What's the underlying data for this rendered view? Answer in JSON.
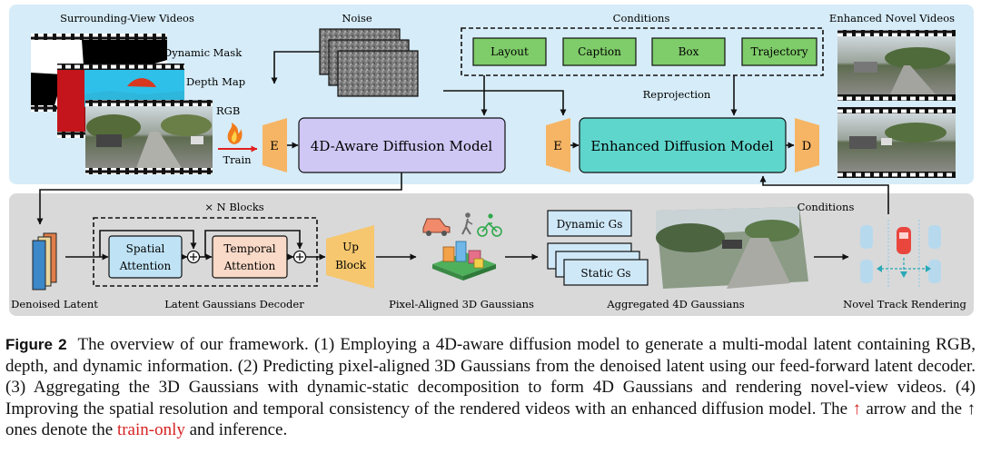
{
  "top_panel": {
    "surround_title": "Surrounding-View Videos",
    "dynamic_mask": "Dynamic Mask",
    "depth_map": "Depth Map",
    "rgb": "RGB",
    "train": "Train",
    "noise": "Noise",
    "conditions_title": "Conditions",
    "conditions": [
      "Layout",
      "Caption",
      "Box",
      "Trajectory"
    ],
    "enhanced_title": "Enhanced Novel Videos",
    "reprojection": "Reprojection",
    "encoder_label": "E",
    "decoder_label": "D",
    "diffusion_4d": "4D-Aware Diffusion Model",
    "enhanced_diffusion": "Enhanced Diffusion Model"
  },
  "bottom_panel": {
    "blocks_label": "× N Blocks",
    "spatial_attention": [
      "Spatial",
      "Attention"
    ],
    "temporal_attention": [
      "Temporal",
      "Attention"
    ],
    "up_block": [
      "Up",
      "Block"
    ],
    "denoised_latent": "Denoised Latent",
    "decoder_name": "Latent Gaussians Decoder",
    "dynamic_gs": "Dynamic Gs",
    "static_gs": "Static Gs",
    "pixel_aligned": "Pixel-Aligned 3D Gaussians",
    "aggregated": "Aggregated 4D Gaussians",
    "conditions": "Conditions",
    "novel_track": "Novel Track Rendering"
  },
  "caption": {
    "label": "Figure 2",
    "text_1": "The overview of our framework. (1) Employing a 4D-aware diffusion model to generate a multi-modal latent containing RGB, depth, and dynamic information. (2) Predicting pixel-aligned 3D Gaussians from the denoised latent using our feed-forward latent decoder. (3) Aggregating the 3D Gaussians with dynamic-static decomposition to form 4D Gaussians and rendering novel-view videos. (4) Improving the spatial resolution and temporal consistency of the rendered videos with an enhanced diffusion model. The",
    "arrow_red": "↑",
    "text_2": "arrow and the",
    "arrow_black": "↑",
    "text_3": "ones denote the",
    "train_only": "train-only",
    "text_4": "and inference."
  },
  "colors": {
    "top_panel_bg": "#d6ecf8",
    "bottom_panel_bg": "#d9d9d9",
    "diffusion_4d": "#cfc7f4",
    "enhanced_diffusion": "#5fd6cc",
    "encoder": "#f6b565",
    "condition_box": "#7fcc6a",
    "spatial_attention": "#bfe3f5",
    "temporal_attention": "#f9d9c7",
    "up_block": "#f6c76f",
    "gs_box": "#cfe8f8",
    "train_arrow": "#e02020"
  }
}
